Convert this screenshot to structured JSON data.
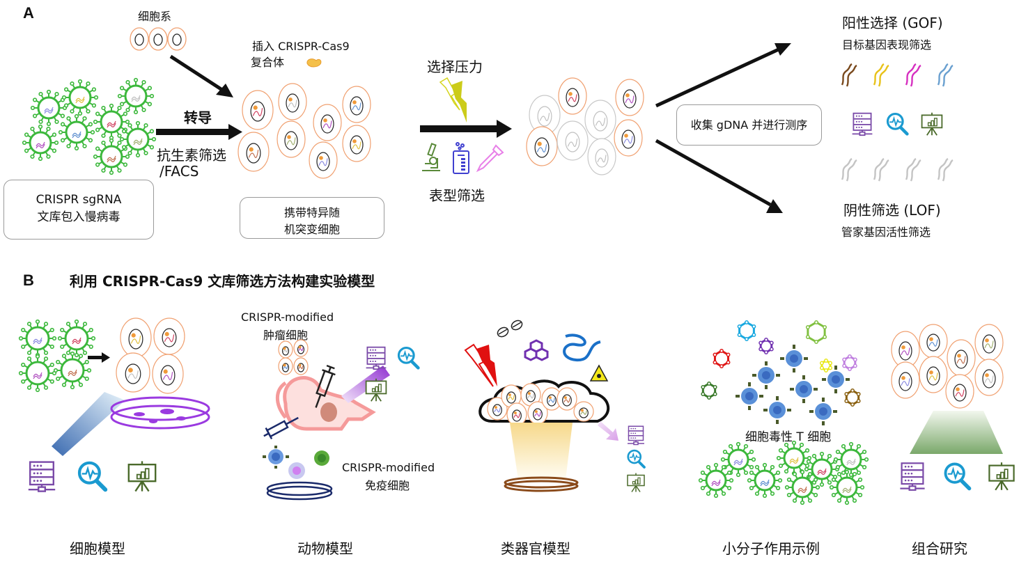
{
  "panel_a": {
    "letter": "A",
    "cell_line_label": "细胞系",
    "cas9_label_line1": "插入 CRISPR-Cas9",
    "cas9_label_line2": "复合体",
    "transduction_label": "转导",
    "antibiotic_label_line1": "抗生素筛选",
    "antibiotic_label_line2": "/FACS",
    "library_box_line1": "CRISPR sgRNA",
    "library_box_line2": "文库包入慢病毒",
    "mutant_box_line1": "携带特异随",
    "mutant_box_line2": "机突变细胞",
    "selection_pressure_label": "选择压力",
    "phenotype_screen_label": "表型筛选",
    "sequencing_box": "收集 gDNA 并进行测序",
    "gof_title": "阳性选择 (GOF)",
    "gof_subtitle": "目标基因表现筛选",
    "lof_title": "阴性筛选 (LOF)",
    "lof_subtitle": "管家基因活性筛选",
    "gof_strand_colors": [
      "#7a4a1e",
      "#e8c21a",
      "#d630c0",
      "#6aa0d0"
    ],
    "lof_strand_color": "#c4c4c4"
  },
  "panel_b": {
    "letter": "B",
    "title": "利用 CRISPR-Cas9 文库筛选方法构建实验模型",
    "tumor_label_line1": "CRISPR-modified",
    "tumor_label_line2": "肿瘤细胞",
    "immune_label_line1": "CRISPR-modified",
    "immune_label_line2": "免疫细胞",
    "tcell_label": "细胞毒性 T 细胞",
    "captions": [
      "细胞模型",
      "动物模型",
      "类器官模型",
      "小分子作用示例",
      "组合研究"
    ]
  },
  "colors": {
    "virus_green": "#3cb83c",
    "cell_orange": "#f0a070",
    "server_purple": "#7a4aa8",
    "search_blue": "#1a9ad0",
    "chart_green": "#4a6a2a",
    "petri_purple": "#9a3ae0",
    "mouse_pink": "#f59a9a",
    "tcell_blue": "#4a80c8"
  }
}
